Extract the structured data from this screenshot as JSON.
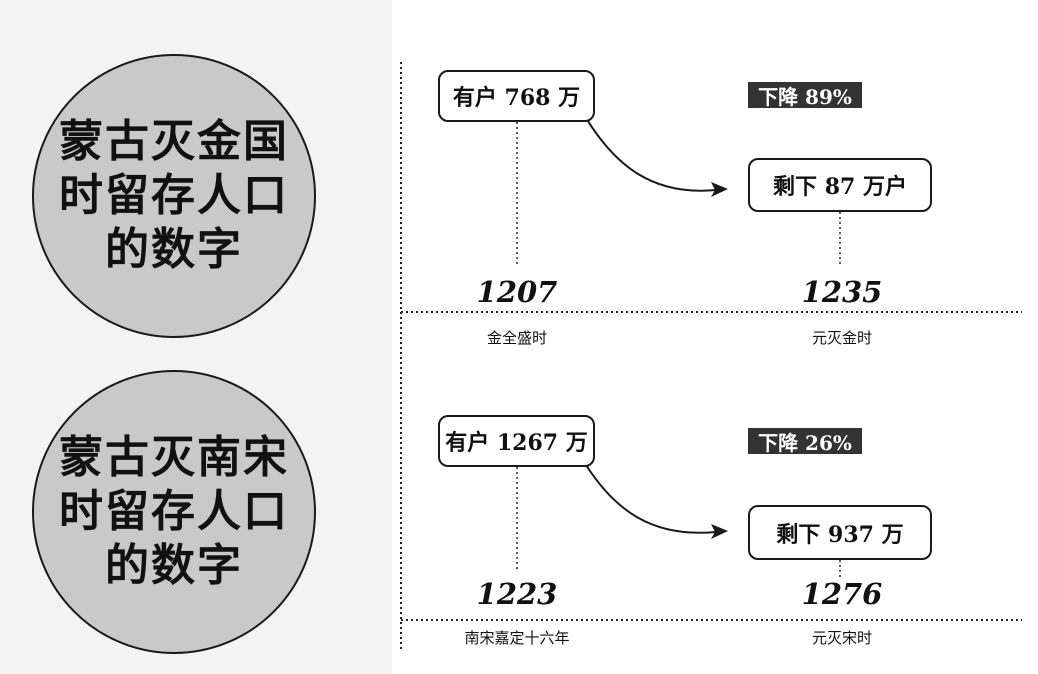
{
  "circles": [
    {
      "lines": [
        "蒙古灭金国",
        "时留存人口",
        "的数字"
      ]
    },
    {
      "lines": [
        "蒙古灭南宋",
        "时留存人口",
        "的数字"
      ]
    }
  ],
  "panels": [
    {
      "start_box": "有户 768 万",
      "decline": "下降 89%",
      "end_box": "剩下 87 万户",
      "start_year": "1207",
      "end_year": "1235",
      "start_caption": "金全盛时",
      "end_caption": "元灭金时"
    },
    {
      "start_box": "有户 1267 万",
      "decline": "下降 26%",
      "end_box": "剩下 937 万",
      "start_year": "1223",
      "end_year": "1276",
      "start_caption": "南宋嘉定十六年",
      "end_caption": "元灭宋时"
    }
  ],
  "colors": {
    "circle_fill": "#c9c9c9",
    "badge_fill": "#333333",
    "line": "#222222"
  }
}
